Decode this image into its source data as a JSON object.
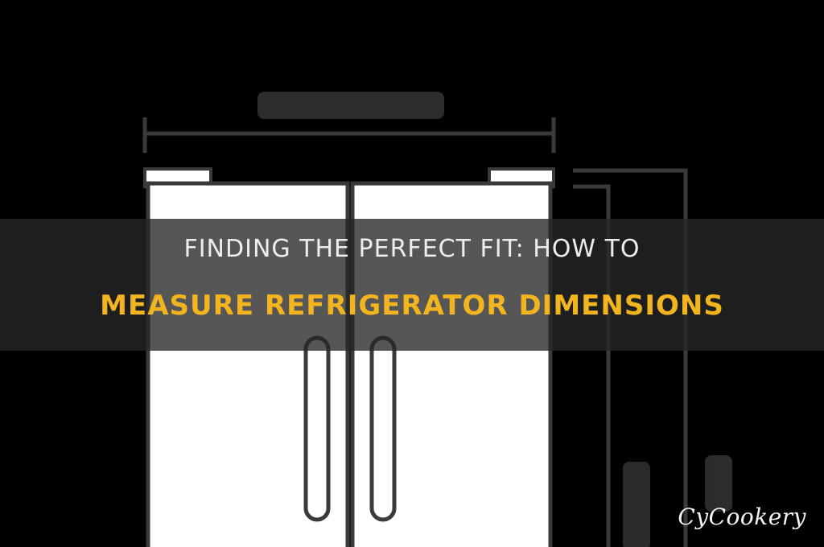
{
  "headline": {
    "line1": "FINDING THE PERFECT FIT: HOW TO",
    "line2": "MEASURE REFRIGERATOR DIMENSIONS"
  },
  "watermark": {
    "brand": "CyCookery"
  },
  "colors": {
    "background": "#000000",
    "overlay": "#262626",
    "title_primary": "#ededed",
    "title_accent": "#f2b51f",
    "diagram_fill": "#ffffff",
    "diagram_stroke": "#3a3a3a"
  },
  "illustration": {
    "subject": "french-door refrigerator dimension diagram",
    "labels_legible": false
  }
}
